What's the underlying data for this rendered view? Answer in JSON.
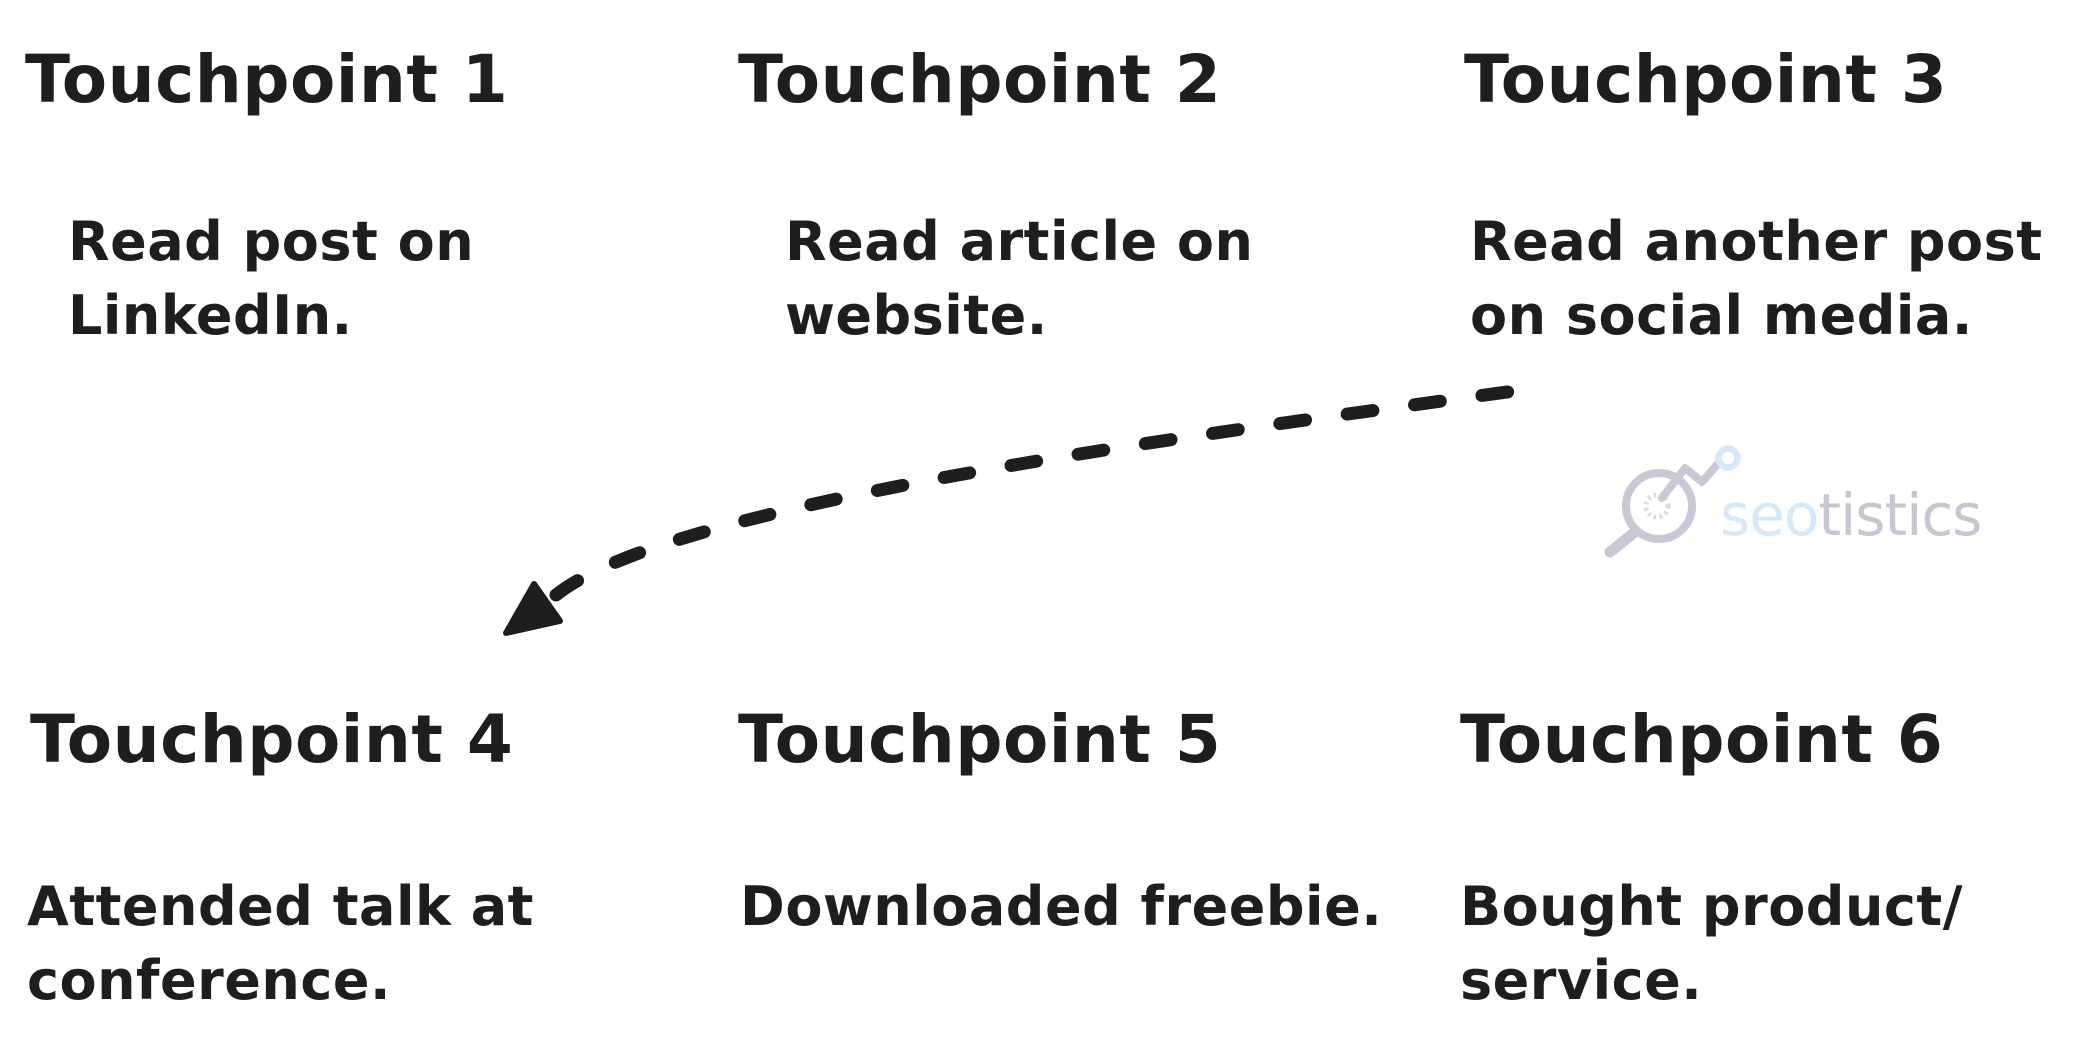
{
  "colors": {
    "background": "#ffffff",
    "ink": "#1e1e20",
    "watermark_gray": "#c8c8d6",
    "watermark_gray_light": "#dadae5",
    "watermark_blue": "#d5e9fc",
    "watermark_text_gray": "#c6c6d4"
  },
  "touchpoints": [
    {
      "title": "Touchpoint 1",
      "description": "Read post on\nLinkedIn."
    },
    {
      "title": "Touchpoint 2",
      "description": "Read article on\nwebsite."
    },
    {
      "title": "Touchpoint 3",
      "description": "Read another post\non social media."
    },
    {
      "title": "Touchpoint 4",
      "description": "Attended talk at\nconference."
    },
    {
      "title": "Touchpoint 5",
      "description": "Downloaded freebie."
    },
    {
      "title": "Touchpoint 6",
      "description": "Bought product/\nservice."
    }
  ],
  "arrow": {
    "type": "dashed-curved-arrow",
    "from": "Touchpoint 3",
    "to": "Touchpoint 4",
    "color": "#1e1e20"
  },
  "watermark": {
    "brand_seo": "seo",
    "brand_rest": "tistics",
    "icon": "magnifier-trendline-icon",
    "seo_color": "#d5e9fc",
    "rest_color": "#c6c6d4"
  }
}
